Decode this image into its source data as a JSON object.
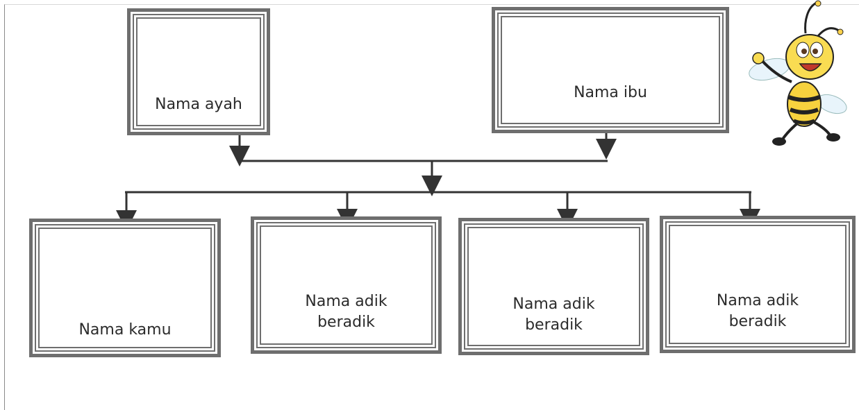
{
  "parents": {
    "father_label": "Nama ayah",
    "mother_label": "Nama ibu"
  },
  "children": {
    "self_label": "Nama kamu",
    "sibling_labels": [
      "Nama adik\nberadik",
      "Nama adik\nberadik",
      "Nama adik\nberadik"
    ]
  },
  "colors": {
    "frame": "#6e6e6e",
    "connector": "#333333",
    "text": "#2b2b2b"
  },
  "decoration": {
    "mascot_icon": "bee-icon"
  }
}
